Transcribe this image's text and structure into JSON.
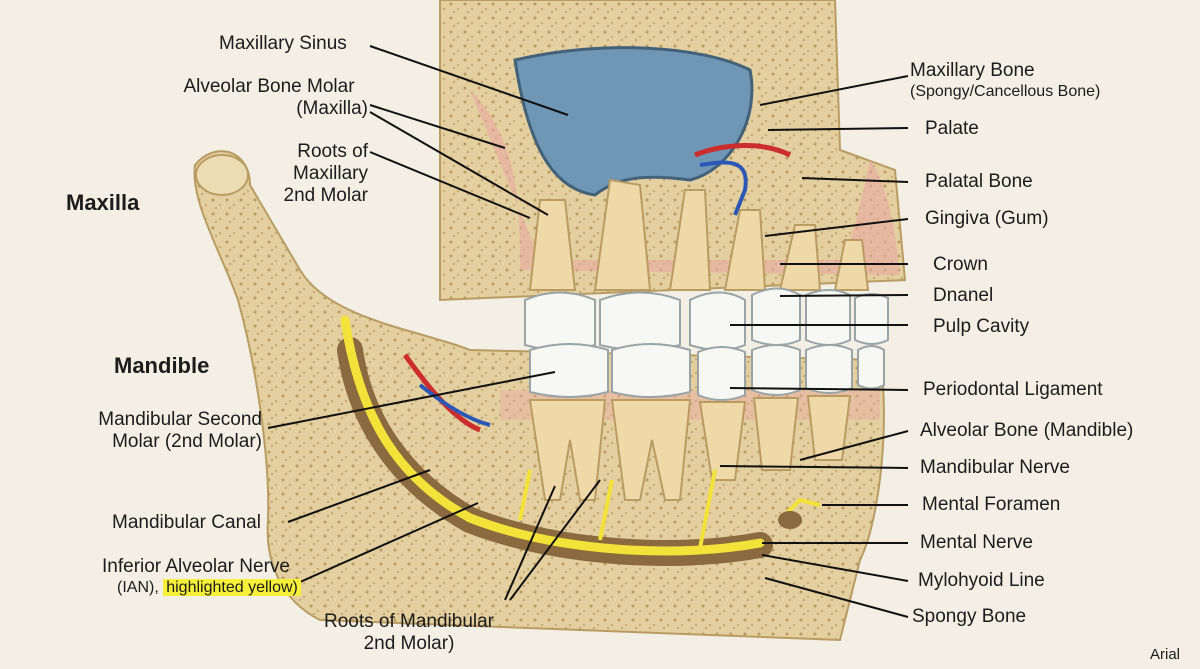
{
  "regions": {
    "maxilla": "Maxilla",
    "mandible": "Mandible"
  },
  "labels_left": {
    "maxillary_sinus": "Maxillary Sinus",
    "alveolar_bone_molar_1": "Alveolar Bone Molar",
    "alveolar_bone_molar_2": "(Maxilla)",
    "roots_maxillary_1": "Roots of",
    "roots_maxillary_2": "Maxillary",
    "roots_maxillary_3": "2nd Molar",
    "mandibular_second_molar_1": "Mandibular Second",
    "mandibular_second_molar_2": "Molar (2nd Molar)",
    "mandibular_canal": "Mandibular Canal",
    "ian_1": "Inferior Alveolar Nerve",
    "ian_2a": "(IAN), ",
    "ian_2b": "highlighted yellow)",
    "roots_mandibular_1": "Roots of Mandibular",
    "roots_mandibular_2": "2nd Molar)"
  },
  "labels_right": {
    "maxillary_bone_1": "Maxillary Bone",
    "maxillary_bone_2": "(Spongy/Cancellous Bone)",
    "palate": "Palate",
    "palatal_bone": "Palatal Bone",
    "gingiva": "Gingiva (Gum)",
    "crown": "Crown",
    "dnanel": "Dnanel",
    "pulp_cavity": "Pulp Cavity",
    "periodontal_ligament": "Periodontal Ligament",
    "alveolar_bone_mandible": "Alveolar Bone (Mandible)",
    "mandibular_nerve": "Mandibular Nerve",
    "mental_foramen": "Mental Foramen",
    "mental_nerve": "Mental Nerve",
    "mylohyoid_line": "Mylohyoid Line",
    "spongy_bone": "Spongy Bone"
  },
  "corner_note": "Arial",
  "colors": {
    "bone": "#e3cf9f",
    "bone_dark": "#b99c63",
    "sinus": "#6f97b5",
    "gum": "#e9a9a3",
    "enamel": "#f7f7f4",
    "root": "#efd9a9",
    "nerve": "#f2e23a",
    "canal": "#8a6a3e",
    "artery": "#cc2d2d",
    "vein": "#2b57b6",
    "highlight": "#f6f03a"
  }
}
